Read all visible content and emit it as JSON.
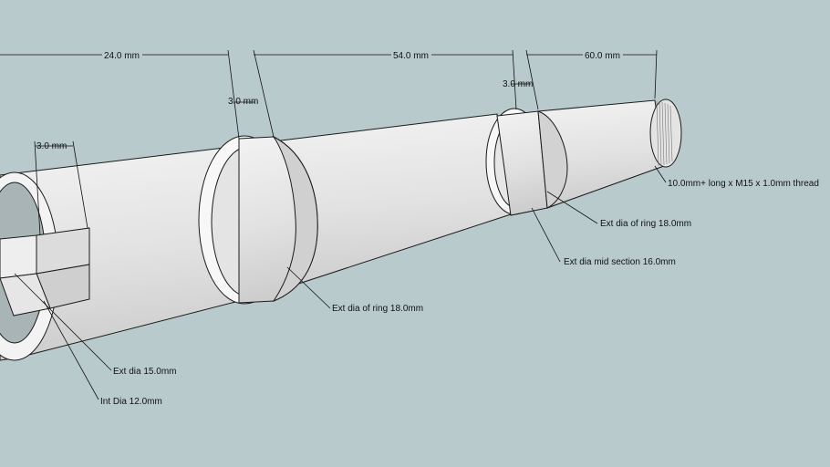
{
  "colors": {
    "background": "#b9cacd",
    "shaft_light": "#ececec",
    "shaft_mid": "#d8d8d8",
    "shaft_dark": "#c9c9c9",
    "ring_face": "#f7f7f7",
    "edge": "#1a1a1a"
  },
  "dimensions": {
    "d_24": "24.0 mm",
    "d_54": "54.0 mm",
    "d_60": "60.0 mm",
    "d_3a": "3.0 mm",
    "d_3b": "3.0 mm",
    "d_3c": "3.0 mm"
  },
  "callouts": {
    "thread": "10.0mm+ long x M15 x 1.0mm thread",
    "ring_right": "Ext dia of ring 18.0mm",
    "mid_section": "Ext dia mid section 16.0mm",
    "ring_left": "Ext dia of ring 18.0mm",
    "ext_dia": "Ext dia 15.0mm",
    "int_dia": "Int Dia 12.0mm"
  }
}
